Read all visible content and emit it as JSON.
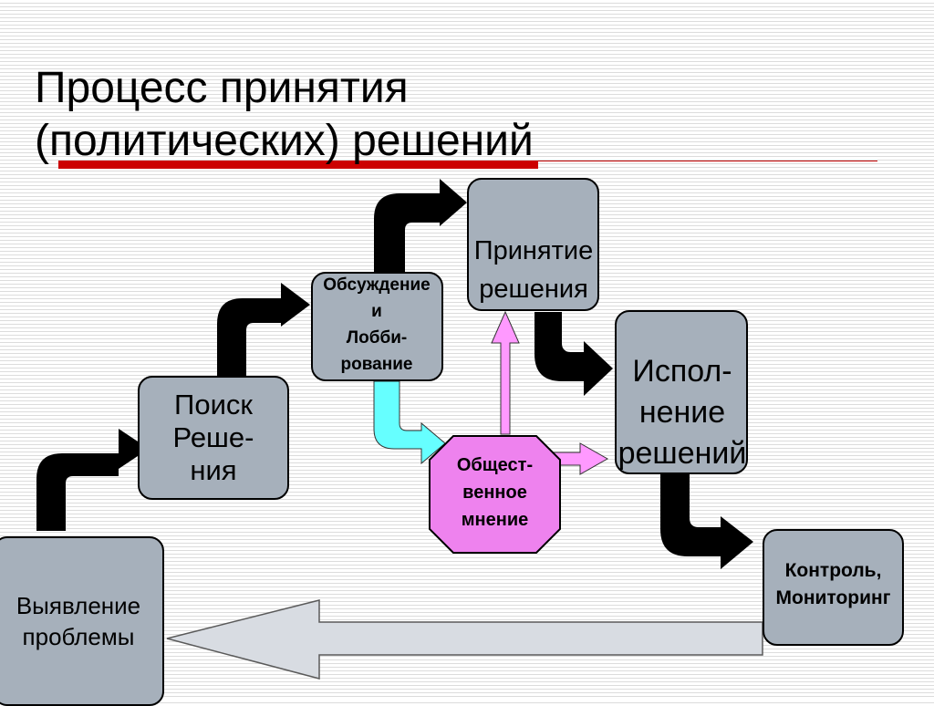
{
  "title": {
    "line1": "Процесс принятия",
    "line2": "(политических) решений"
  },
  "nodes": {
    "identify": {
      "line1": "Выявление",
      "line2": "проблемы"
    },
    "search": {
      "line1": "Поиск",
      "line2": "Реше-",
      "line3": "ния"
    },
    "discussion": {
      "line1": "Обсуждение",
      "line2": "и",
      "line3": "Лобби-",
      "line4": "рование"
    },
    "adoption": {
      "line1": "Принятие",
      "line2": "решения"
    },
    "execution": {
      "line1": "Испол-",
      "line2": "нение",
      "line3": "решений"
    },
    "control": {
      "line1": "Контроль,",
      "line2": "Мониторинг"
    },
    "opinion": {
      "line1": "Общест-",
      "line2": "венное",
      "line3": "мнение"
    }
  },
  "colors": {
    "box_fill": "#a6b0bb",
    "opinion_fill": "#ee82ee",
    "influence_arrow": "#ff99ff",
    "lobby_arrow": "#66ffff",
    "flow_arrow": "#000000",
    "feedback_arrow": "#d8dce2",
    "title_rule": "#cc0000"
  }
}
